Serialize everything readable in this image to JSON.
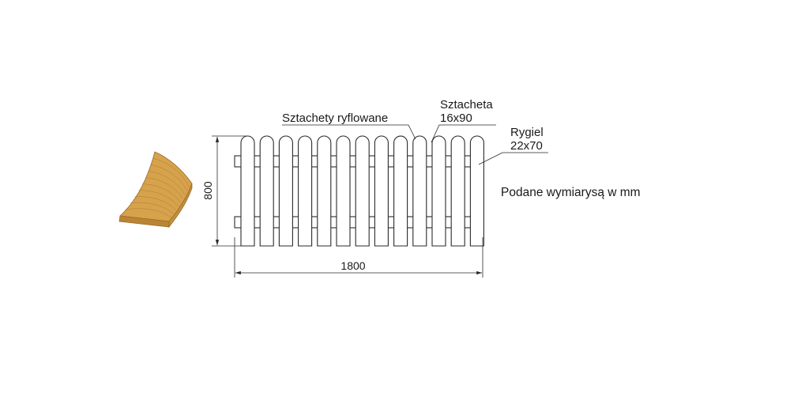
{
  "drawing": {
    "dim_height": "800",
    "dim_width": "1800",
    "label_pickets": "Sztachety ryflowane",
    "label_picket_name": "Sztacheta",
    "label_picket_size": "16x90",
    "label_rail_name": "Rygiel",
    "label_rail_size": "22x70",
    "note_units": "Podane wymiarysą  w mm",
    "picket_count": 13,
    "rail_count": 2
  },
  "colors": {
    "line": "#2a2a2a",
    "wood_top": "#d7a24c",
    "wood_side": "#b98535",
    "wood_grain": "#8a5e22",
    "background": "#ffffff"
  }
}
